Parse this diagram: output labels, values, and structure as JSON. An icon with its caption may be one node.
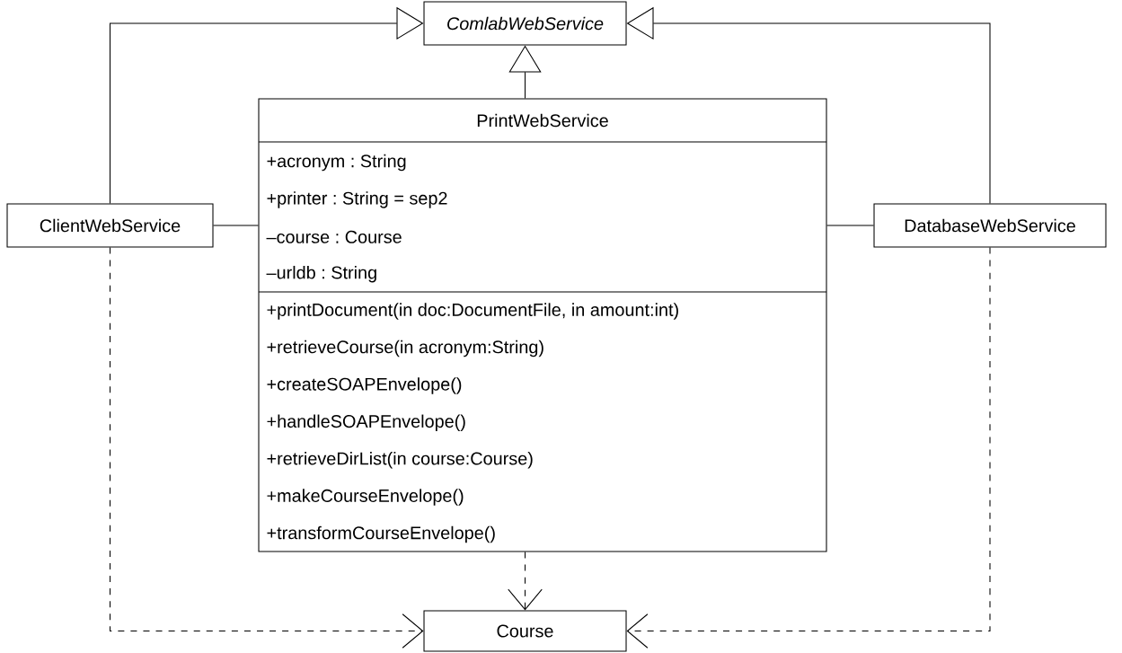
{
  "diagram": {
    "nodes": [
      {
        "text": [
          "ComlabWebService"
        ]
      },
      {
        "text": [
          "PrintWebService",
          "+acronym : String",
          "+printer : String = sep2",
          "–course : Course",
          "–urldb : String",
          "+printDocument(in doc:DocumentFile, in amount:int)",
          "+retrieveCourse(in acronym:String)",
          "+createSOAPEnvelope()",
          "+handleSOAPEnvelope()",
          "+retrieveDirList(in course:Course)",
          "+makeCourseEnvelope()",
          "+transformCourseEnvelope()"
        ]
      },
      {
        "text": [
          "ClientWebService"
        ]
      },
      {
        "text": [
          "DatabaseWebService"
        ]
      },
      {
        "text": [
          "Course"
        ]
      }
    ],
    "edges": [
      {
        "from": 1,
        "to": 0,
        "arrow": "to"
      },
      {
        "from": 2,
        "to": 0,
        "arrow": "to"
      },
      {
        "from": 3,
        "to": 0,
        "arrow": "to"
      },
      {
        "from": 2,
        "to": 1,
        "arrow": "none"
      },
      {
        "from": 1,
        "to": 3,
        "arrow": "none"
      },
      {
        "from": 1,
        "to": 4,
        "arrow": "to",
        "style": "dashed"
      },
      {
        "from": 2,
        "to": 4,
        "arrow": "to",
        "style": "dashed"
      },
      {
        "from": 3,
        "to": 4,
        "arrow": "to",
        "style": "dashed"
      }
    ]
  }
}
